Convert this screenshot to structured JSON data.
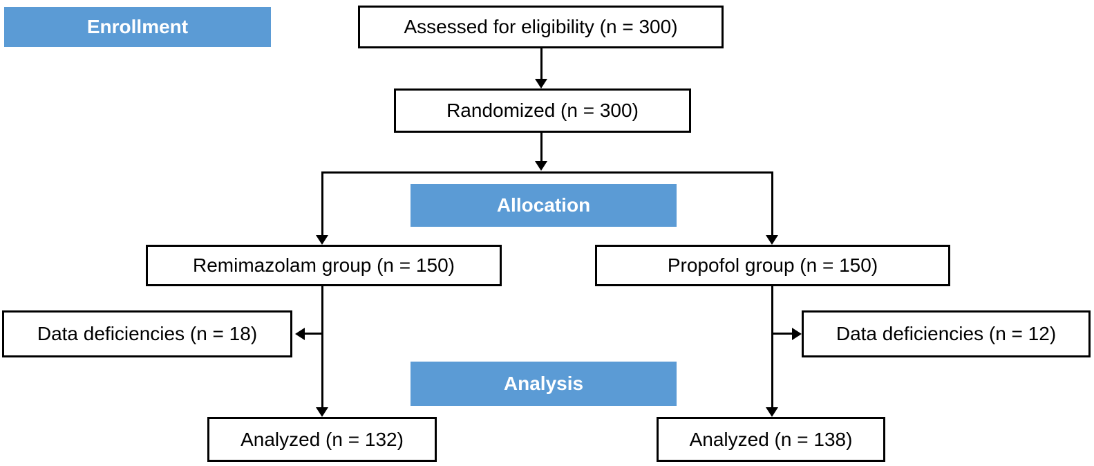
{
  "figure": {
    "stages": {
      "enrollment": "Enrollment",
      "allocation": "Allocation",
      "analysis": "Analysis"
    },
    "nodes": {
      "assessed": "Assessed for eligibility (n = 300)",
      "randomized": "Randomized (n = 300)",
      "remimazolam_group": "Remimazolam group (n = 150)",
      "propofol_group": "Propofol group (n = 150)",
      "data_deficiencies_left": "Data deficiencies (n = 18)",
      "data_deficiencies_right": "Data deficiencies (n = 12)",
      "analyzed_left": "Analyzed (n = 132)",
      "analyzed_right": "Analyzed (n = 138)"
    },
    "colors": {
      "stage_fill": "#5B9BD5",
      "stage_text": "#FFFFFF",
      "node_fill": "#FFFFFF",
      "node_border": "#000000",
      "connector": "#000000",
      "background": "#FFFFFF"
    }
  }
}
